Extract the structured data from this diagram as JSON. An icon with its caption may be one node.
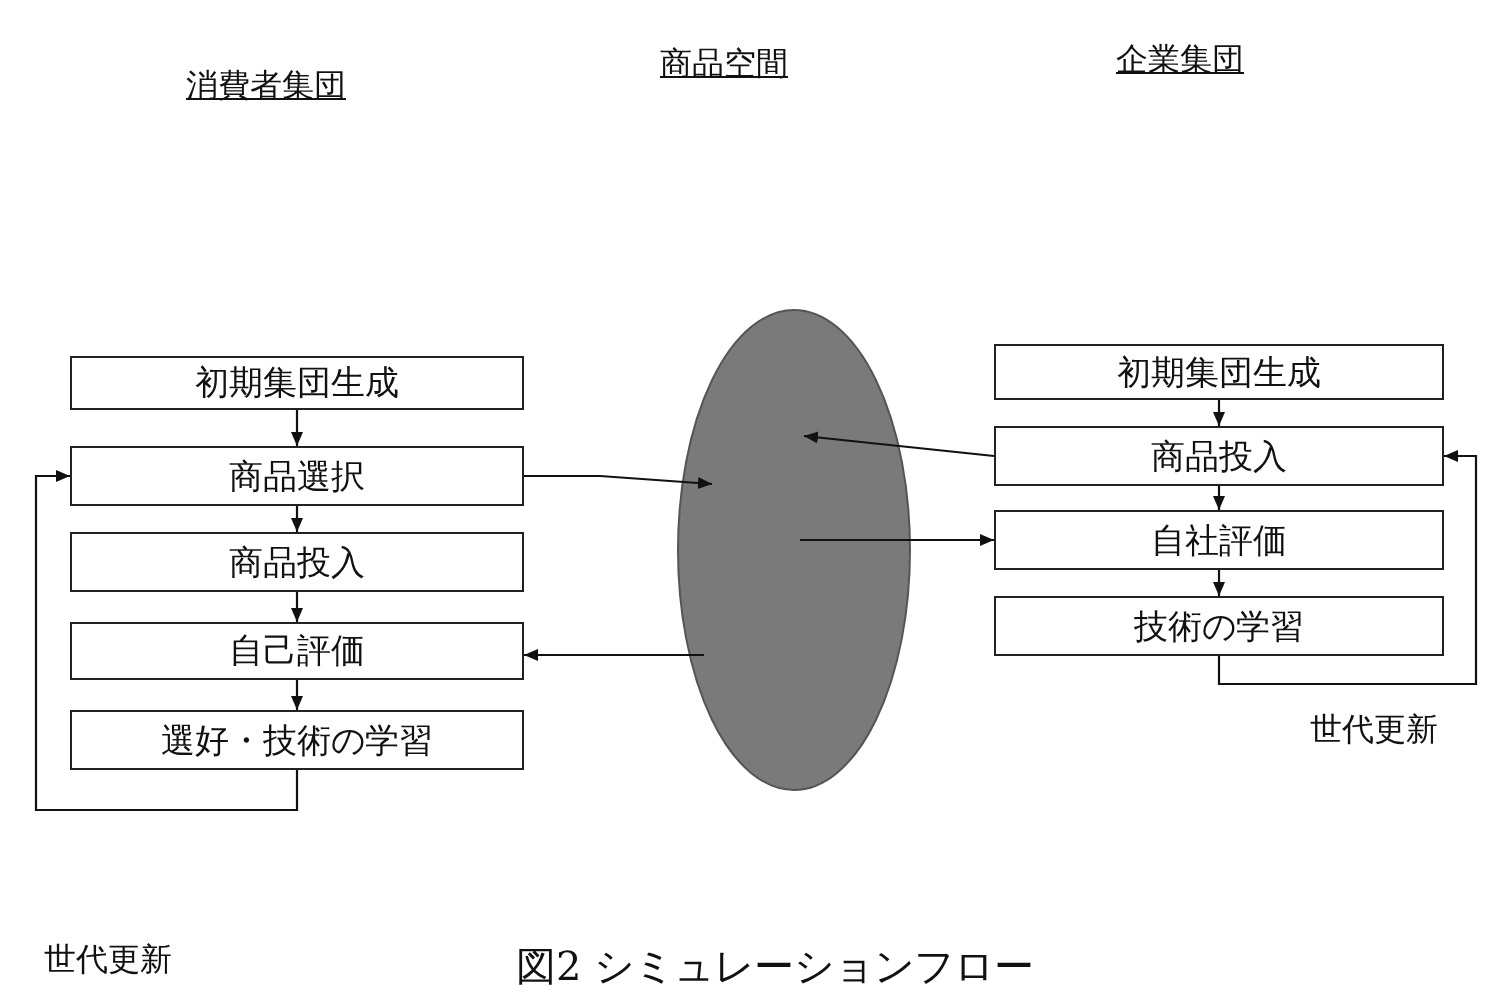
{
  "diagram": {
    "caption": "図2 シミュレーションフロー",
    "nodes": [
      {
        "text": [
          "初期集団生成"
        ]
      },
      {
        "text": [
          "商品選択"
        ]
      },
      {
        "text": [
          "商品投入"
        ]
      },
      {
        "text": [
          "自己評価"
        ]
      },
      {
        "text": [
          "選好・技術の学習"
        ]
      },
      {
        "text": [],
        "shape": "ellipse"
      },
      {
        "text": [
          "初期集団生成"
        ]
      },
      {
        "text": [
          "商品投入"
        ]
      },
      {
        "text": [
          "自社評価"
        ]
      },
      {
        "text": [
          "技術の学習"
        ]
      }
    ],
    "edges": [
      {
        "from": 0,
        "to": 1,
        "arrow": "to"
      },
      {
        "from": 1,
        "to": 2,
        "arrow": "to"
      },
      {
        "from": 2,
        "to": 3,
        "arrow": "to"
      },
      {
        "from": 3,
        "to": 4,
        "arrow": "to"
      },
      {
        "from": 4,
        "to": 1,
        "arrow": "to",
        "label": "世代更新"
      },
      {
        "from": 1,
        "to": 5,
        "arrow": "to"
      },
      {
        "from": 7,
        "to": 5,
        "arrow": "to"
      },
      {
        "from": 5,
        "to": 8,
        "arrow": "to"
      },
      {
        "from": 5,
        "to": 3,
        "arrow": "to"
      },
      {
        "from": 6,
        "to": 7,
        "arrow": "to"
      },
      {
        "from": 7,
        "to": 8,
        "arrow": "to"
      },
      {
        "from": 8,
        "to": 9,
        "arrow": "to"
      },
      {
        "from": 9,
        "to": 7,
        "arrow": "to",
        "label": "世代更新"
      }
    ],
    "labels": [
      "消費者集団",
      "商品空間",
      "企業集団"
    ]
  }
}
